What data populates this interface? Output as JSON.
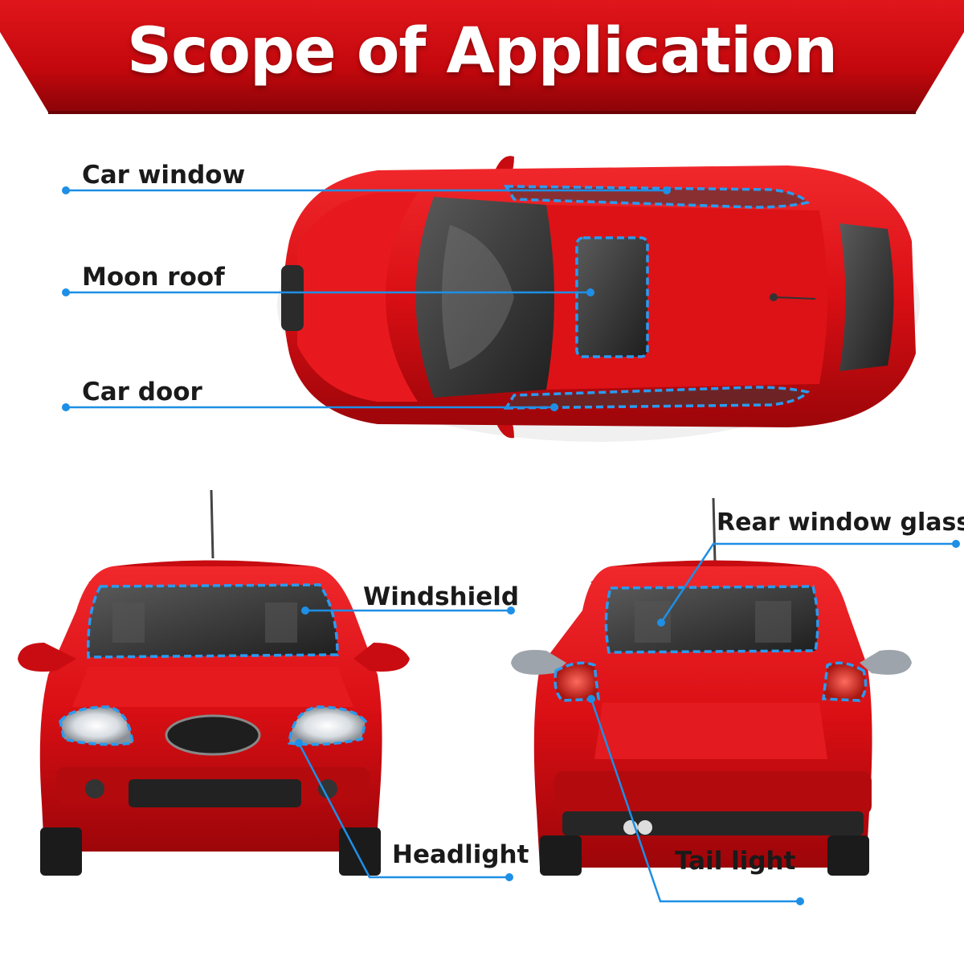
{
  "header": {
    "title": "Scope of Application"
  },
  "colors": {
    "banner_red": "#c4080d",
    "banner_dark": "#7a0307",
    "car_red": "#d90f14",
    "accent_blue": "#1e8fe6",
    "dash_blue": "#2a9bf0"
  },
  "callouts": {
    "car_window": "Car window",
    "moon_roof": "Moon roof",
    "car_door": "Car door",
    "windshield": "Windshield",
    "headlight": "Headlight",
    "rear_window_glass": "Rear window glass",
    "tail_light": "Tail light"
  }
}
